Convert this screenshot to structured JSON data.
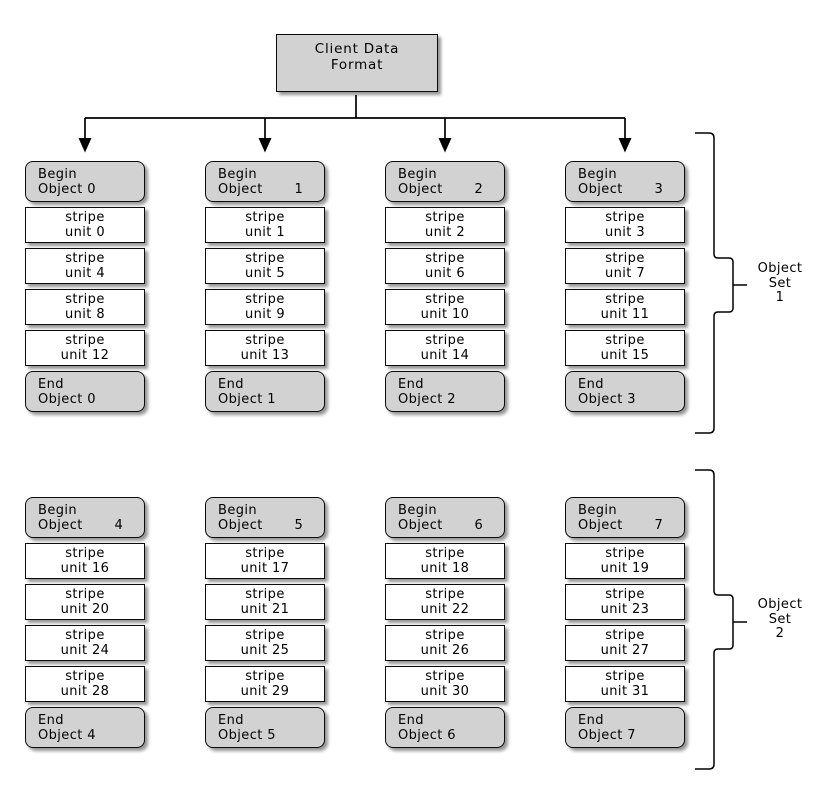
{
  "title": [
    "Client Data",
    "Format"
  ],
  "object_sets": [
    {
      "label": [
        "Object",
        "Set",
        "1"
      ],
      "objects": [
        {
          "begin": [
            "Begin",
            "Object 0"
          ],
          "units": [
            [
              "stripe",
              "unit 0"
            ],
            [
              "stripe",
              "unit 4"
            ],
            [
              "stripe",
              "unit 8"
            ],
            [
              "stripe",
              "unit 12"
            ]
          ],
          "end": [
            "End",
            "Object 0"
          ]
        },
        {
          "begin": [
            "Begin",
            "Object       1"
          ],
          "units": [
            [
              "stripe",
              "unit 1"
            ],
            [
              "stripe",
              "unit 5"
            ],
            [
              "stripe",
              "unit 9"
            ],
            [
              "stripe",
              "unit 13"
            ]
          ],
          "end": [
            "End",
            "Object 1"
          ]
        },
        {
          "begin": [
            "Begin",
            "Object       2"
          ],
          "units": [
            [
              "stripe",
              "unit 2"
            ],
            [
              "stripe",
              "unit 6"
            ],
            [
              "stripe",
              "unit 10"
            ],
            [
              "stripe",
              "unit 14"
            ]
          ],
          "end": [
            "End",
            "Object 2"
          ]
        },
        {
          "begin": [
            "Begin",
            "Object       3"
          ],
          "units": [
            [
              "stripe",
              "unit 3"
            ],
            [
              "stripe",
              "unit 7"
            ],
            [
              "stripe",
              "unit 11"
            ],
            [
              "stripe",
              "unit 15"
            ]
          ],
          "end": [
            "End",
            "Object 3"
          ]
        }
      ]
    },
    {
      "label": [
        "Object",
        "Set",
        "2"
      ],
      "objects": [
        {
          "begin": [
            "Begin",
            "Object       4"
          ],
          "units": [
            [
              "stripe",
              "unit 16"
            ],
            [
              "stripe",
              "unit 20"
            ],
            [
              "stripe",
              "unit 24"
            ],
            [
              "stripe",
              "unit 28"
            ]
          ],
          "end": [
            "End",
            "Object 4"
          ]
        },
        {
          "begin": [
            "Begin",
            "Object       5"
          ],
          "units": [
            [
              "stripe",
              "unit 17"
            ],
            [
              "stripe",
              "unit 21"
            ],
            [
              "stripe",
              "unit 25"
            ],
            [
              "stripe",
              "unit 29"
            ]
          ],
          "end": [
            "End",
            "Object 5"
          ]
        },
        {
          "begin": [
            "Begin",
            "Object       6"
          ],
          "units": [
            [
              "stripe",
              "unit 18"
            ],
            [
              "stripe",
              "unit 22"
            ],
            [
              "stripe",
              "unit 26"
            ],
            [
              "stripe",
              "unit 30"
            ]
          ],
          "end": [
            "End",
            "Object 6"
          ]
        },
        {
          "begin": [
            "Begin",
            "Object       7"
          ],
          "units": [
            [
              "stripe",
              "unit 19"
            ],
            [
              "stripe",
              "unit 23"
            ],
            [
              "stripe",
              "unit 27"
            ],
            [
              "stripe",
              "unit 31"
            ]
          ],
          "end": [
            "End",
            "Object 7"
          ]
        }
      ]
    }
  ],
  "colors": {
    "node_fill": "#d2d2d2",
    "unit_fill": "#ffffff",
    "line": "#000000",
    "background": "#ffffff"
  }
}
